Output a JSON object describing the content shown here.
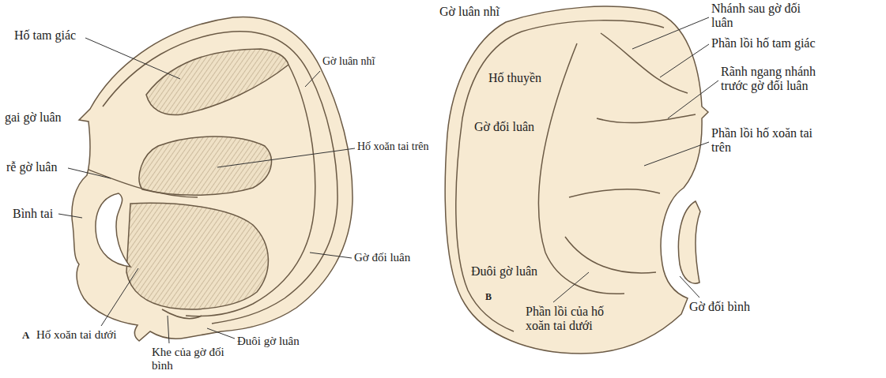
{
  "diagram": {
    "labels": [
      "Hố tam giác",
      "Gờ luân nhĩ",
      "gai gờ luân",
      "Hố xoăn tai trên",
      "rễ gờ luân",
      "Bình tai",
      "Gờ đối luân",
      "A",
      "Hố xoăn tai dưới",
      "Đuôi gờ luân",
      "Khe của gờ đối bình",
      "Gờ luân nhĩ",
      "Nhánh sau gờ đối luân",
      "Phần lồi hố tam giác",
      "Hố thuyền",
      "Rãnh ngang nhánh trước gờ đối luân",
      "Gờ đối luân",
      "Phần lồi hố xoăn tai trên",
      "Đuôi gờ luân",
      "B",
      "Gờ đối bình",
      "Phần lồi của hố xoăn tai dưới"
    ]
  }
}
